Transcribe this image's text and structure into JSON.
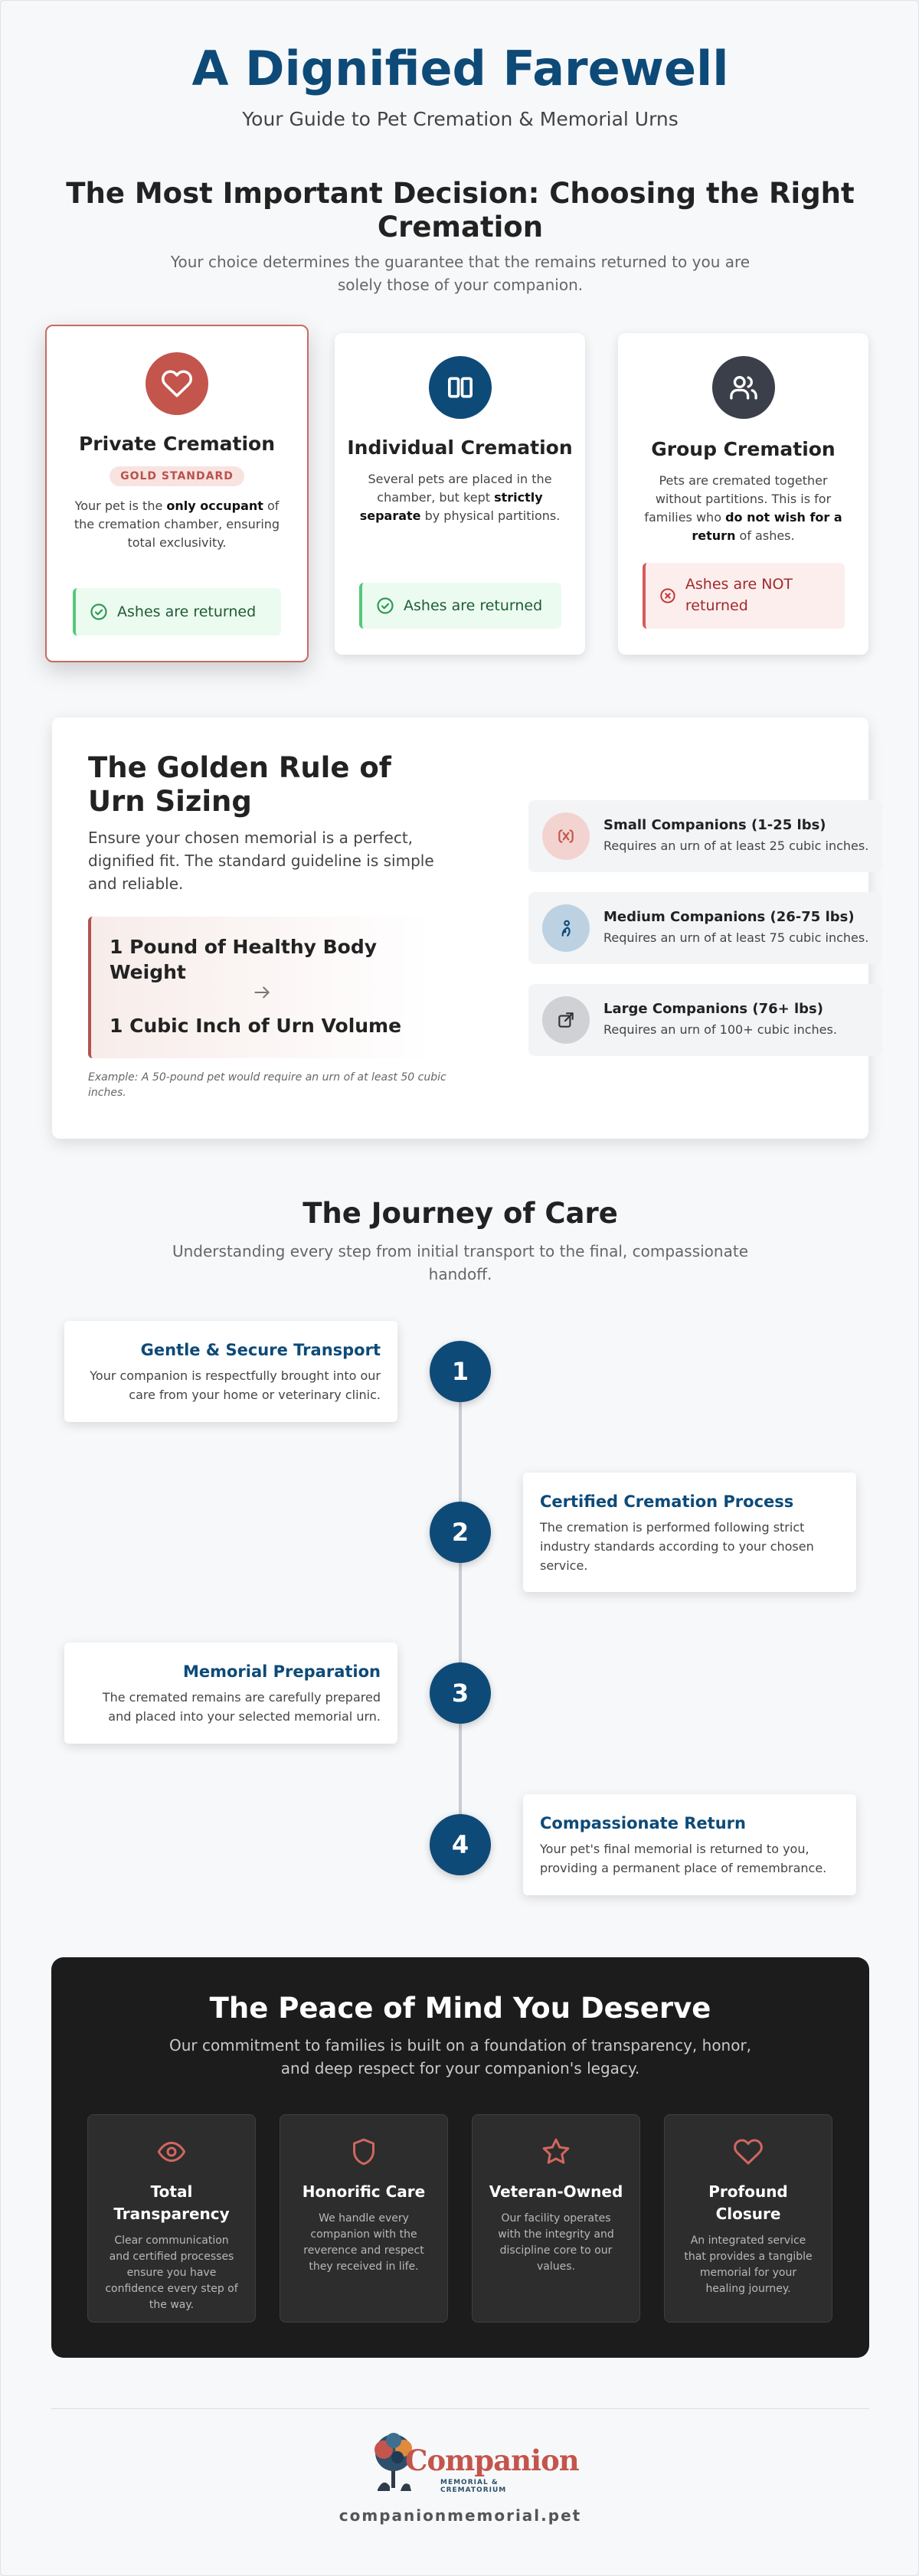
{
  "header": {
    "title": "A Dignified Farewell",
    "subtitle": "Your Guide to Pet Cremation & Memorial Urns"
  },
  "decision": {
    "title": "The Most Important Decision: Choosing the Right Cremation",
    "description": "Your choice determines the guarantee that the remains returned to you are solely those of your companion.",
    "cards": [
      {
        "icon": "heart-icon",
        "title": "Private Cremation",
        "badge": "GOLD STANDARD",
        "text_pre": "Your pet is the ",
        "text_bold": "only occupant",
        "text_post": " of the cremation chamber, ensuring total exclusivity.",
        "status": "Ashes are returned",
        "status_type": "ok",
        "color": "#c4554c"
      },
      {
        "icon": "partitions-icon",
        "title": "Individual Cremation",
        "text_pre": "Several pets are placed in the chamber, but kept ",
        "text_bold": "strictly separate",
        "text_post": " by physical partitions.",
        "status": "Ashes are returned",
        "status_type": "ok",
        "color": "#0d4a78"
      },
      {
        "icon": "group-icon",
        "title": "Group Cremation",
        "text_pre": "Pets are cremated together without partitions. This is for families who ",
        "text_bold": "do not wish for a return",
        "text_post": " of ashes.",
        "status": "Ashes are NOT returned",
        "status_type": "no",
        "color": "#3a3f4a"
      }
    ]
  },
  "urn_sizing": {
    "title": "The Golden Rule of Urn Sizing",
    "description": "Ensure your chosen memorial is a perfect, dignified fit. The standard guideline is simple and reliable.",
    "rule_top": "1 Pound of Healthy Body Weight",
    "rule_bottom": "1 Cubic Inch of Urn Volume",
    "example": "Example: A 50-pound pet would require an urn of at least 50 cubic inches.",
    "sizes": [
      {
        "icon": "small-pet-icon",
        "title": "Small Companions (1-25 lbs)",
        "desc": "Requires an urn of at least 25 cubic inches."
      },
      {
        "icon": "medium-pet-icon",
        "title": "Medium Companions (26-75 lbs)",
        "desc": "Requires an urn of at least 75 cubic inches."
      },
      {
        "icon": "large-pet-icon",
        "title": "Large Companions (76+ lbs)",
        "desc": "Requires an urn of 100+ cubic inches."
      }
    ]
  },
  "journey": {
    "title": "The Journey of Care",
    "description": "Understanding every step from initial transport to the final, compassionate handoff.",
    "steps": [
      {
        "num": "1",
        "title": "Gentle & Secure Transport",
        "text": "Your companion is respectfully brought into our care from your home or veterinary clinic."
      },
      {
        "num": "2",
        "title": "Certified Cremation Process",
        "text": "The cremation is performed following strict industry standards according to your chosen service."
      },
      {
        "num": "3",
        "title": "Memorial Preparation",
        "text": "The cremated remains are carefully prepared and placed into your selected memorial urn."
      },
      {
        "num": "4",
        "title": "Compassionate Return",
        "text": "Your pet's final memorial is returned to you, providing a permanent place of remembrance."
      }
    ]
  },
  "peace": {
    "title": "The Peace of Mind You Deserve",
    "description": "Our commitment to families is built on a foundation of transparency, honor, and deep respect for your companion's legacy.",
    "items": [
      {
        "icon": "eye-icon",
        "title": "Total Transparency",
        "text": "Clear communication and certified processes ensure you have confidence every step of the way."
      },
      {
        "icon": "shield-icon",
        "title": "Honorific Care",
        "text": "We handle every companion with the reverence and respect they received in life."
      },
      {
        "icon": "star-icon",
        "title": "Veteran-Owned",
        "text": "Our facility operates with the integrity and discipline core to our values."
      },
      {
        "icon": "heart-icon",
        "title": "Profound Closure",
        "text": "An integrated service that provides a tangible memorial for your healing journey."
      }
    ]
  },
  "footer": {
    "logo_name": "Companion",
    "logo_tagline": "MEMORIAL & CREMATORIUM",
    "url": "companionmemorial.pet"
  },
  "colors": {
    "brand_blue": "#0d4a78",
    "accent_red": "#c4554c",
    "success_green": "#56c77a",
    "danger_red": "#d65a5a",
    "dark_bg": "#1c1c1c"
  }
}
